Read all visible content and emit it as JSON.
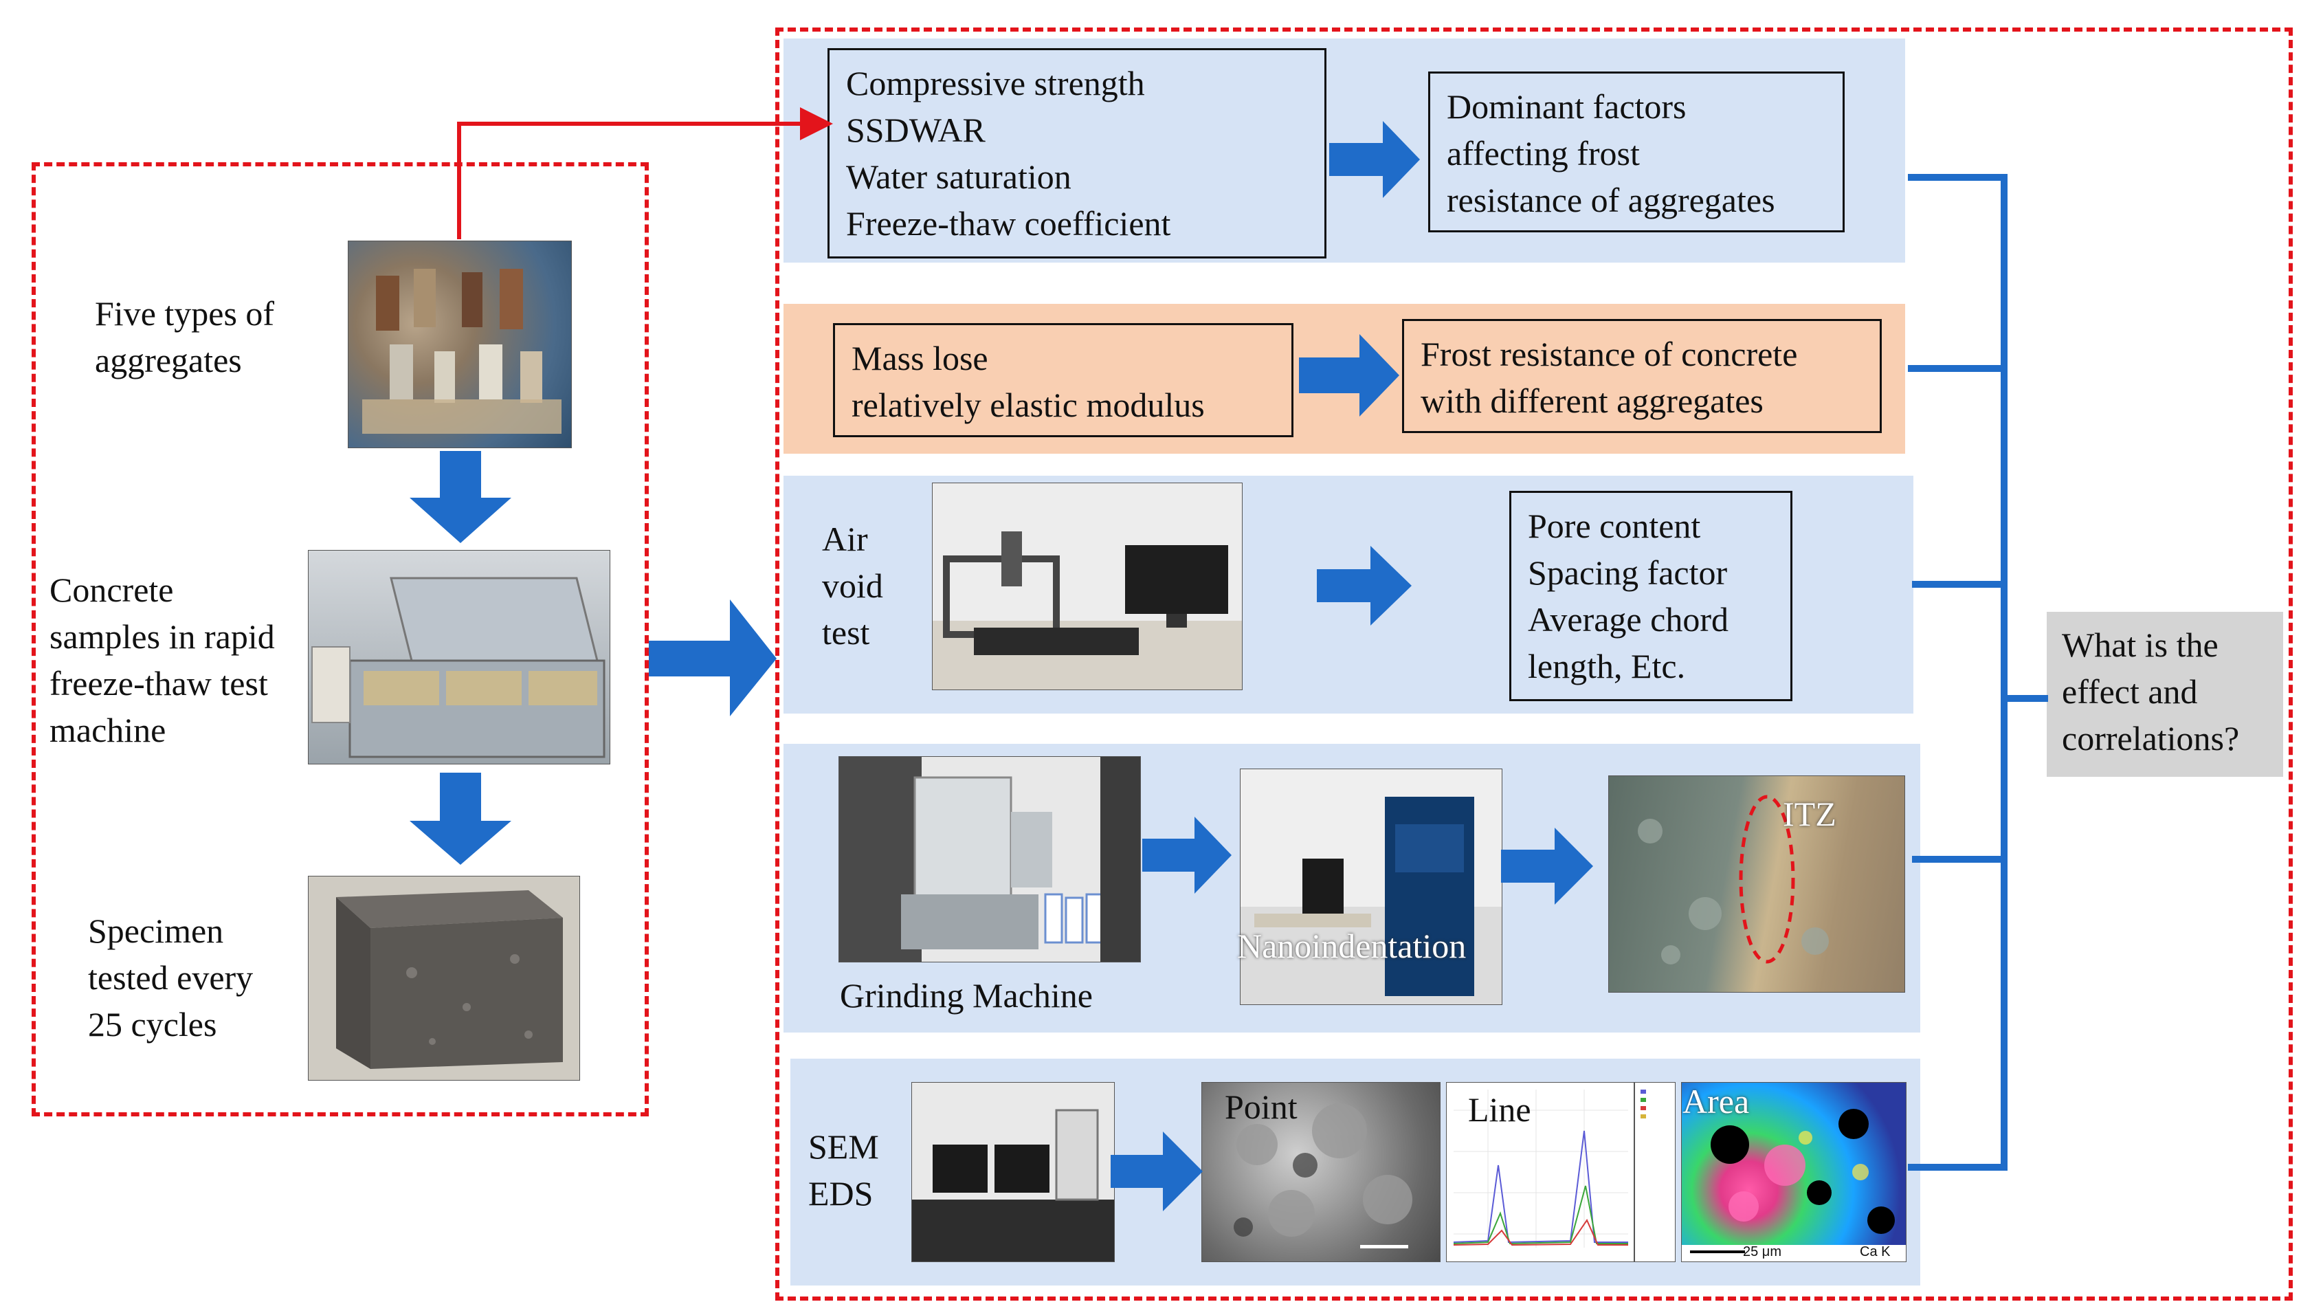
{
  "left_group": {
    "aggregates_label": "Five types of\naggregates",
    "machine_label": "Concrete\nsamples in rapid\nfreeze-thaw test\nmachine",
    "specimen_label": "Specimen\ntested every\n25 cycles"
  },
  "row1": {
    "properties": "Compressive strength\nSSDWAR\nWater saturation\nFreeze-thaw coefficient",
    "result": "Dominant factors\naffecting frost\nresistance of aggregates"
  },
  "row2": {
    "properties": "Mass lose\nrelatively elastic modulus",
    "result": "Frost resistance of concrete\nwith different aggregates"
  },
  "row3": {
    "label": "Air\nvoid\ntest",
    "result": "Pore content\nSpacing factor\nAverage chord\nlength, Etc."
  },
  "row4": {
    "grinding_label": "Grinding Machine",
    "nano_label": "Nanoindentation",
    "itz_label": "ITZ"
  },
  "row5": {
    "label": "SEM\nEDS",
    "point_label": "Point",
    "line_label": "Line",
    "area_label": "Area",
    "scale_label": "25 μm",
    "element_label": "Ca K"
  },
  "question": "What is the\neffect and\ncorrelations?",
  "colors": {
    "dash_red": "#e3141b",
    "arrow_blue": "#1f6cc9",
    "panel_blue": "#d6e3f5",
    "panel_orange": "#f9cfb2",
    "question_bg": "#d4d4d4"
  }
}
